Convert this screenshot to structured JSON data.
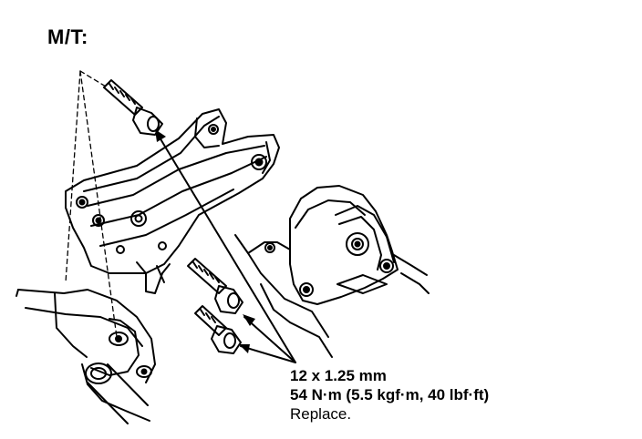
{
  "title": "M/T:",
  "callout": {
    "size": "12 x 1.25 mm",
    "torque": "54 N·m (5.5 kgf·m, 40 lbf·ft)",
    "note": "Replace."
  },
  "colors": {
    "line": "#000000",
    "background": "#ffffff"
  }
}
